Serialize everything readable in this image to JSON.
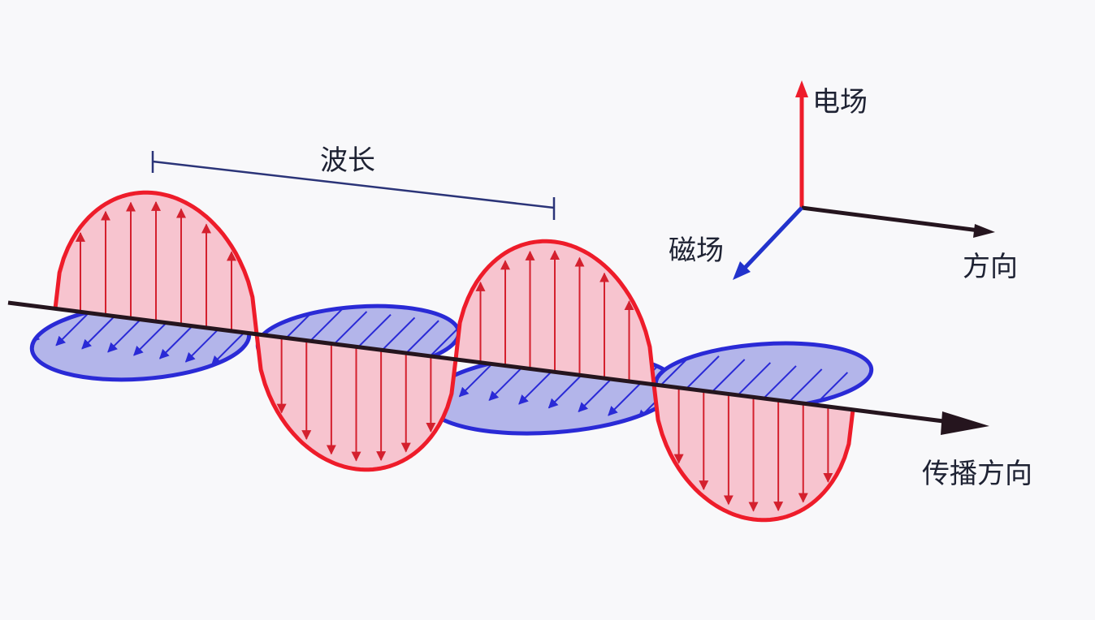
{
  "labels": {
    "wavelength": "波长",
    "electric_field": "电场",
    "magnetic_field": "磁场",
    "direction": "方向",
    "propagation_direction": "传播方向"
  },
  "colors": {
    "electric_stroke": "#ee1c2a",
    "electric_fill": "#f7c4cf",
    "magnetic_stroke": "#2a2ad6",
    "magnetic_fill": "#b3b5ea",
    "axis": "#25151e",
    "text": "#1e2233",
    "background": "#f8f8fa"
  }
}
